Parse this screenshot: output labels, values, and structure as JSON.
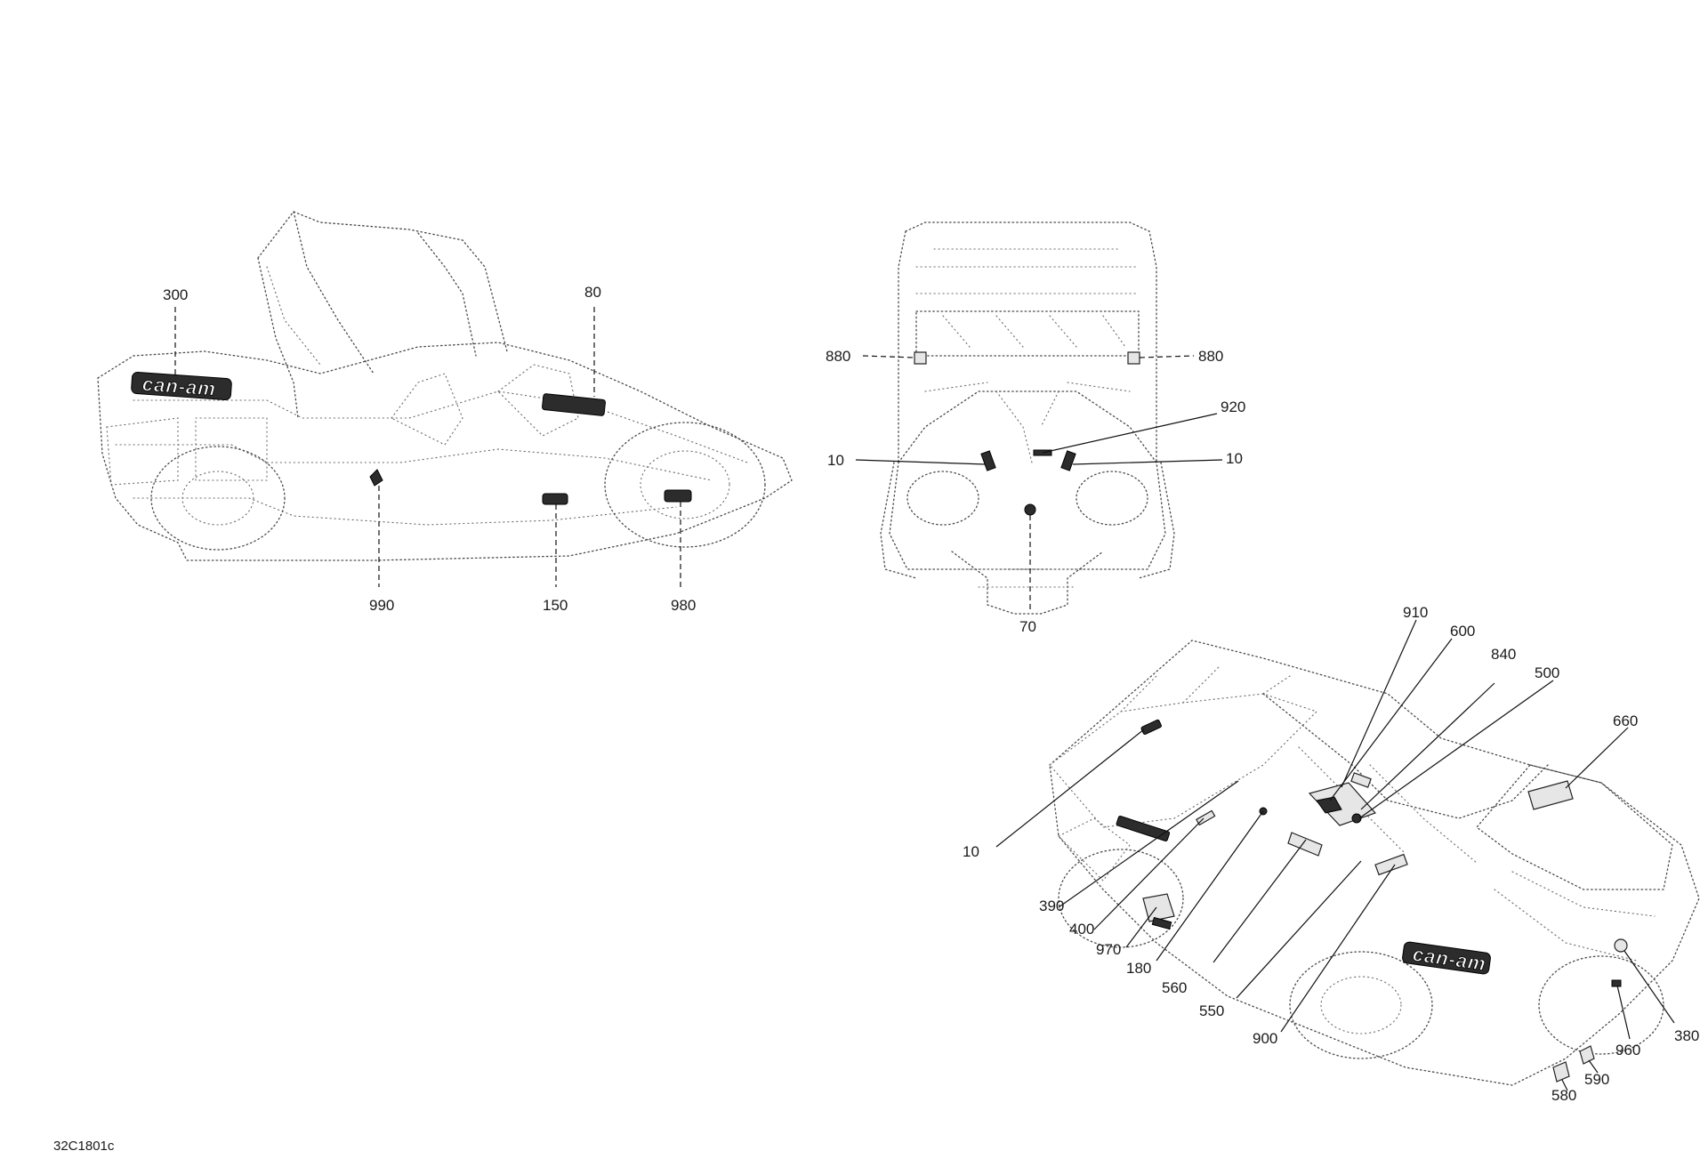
{
  "drawing_ref": "32C1801c",
  "brand_logo": "can-am",
  "views": [
    {
      "name": "side-view",
      "callouts": [
        "300",
        "80",
        "990",
        "150",
        "980"
      ]
    },
    {
      "name": "front-view",
      "callouts": [
        "880",
        "880",
        "920",
        "10",
        "10",
        "70"
      ]
    },
    {
      "name": "isometric-view",
      "callouts": [
        "910",
        "600",
        "840",
        "500",
        "660",
        "10",
        "390",
        "400",
        "970",
        "180",
        "560",
        "550",
        "900",
        "380",
        "960",
        "590",
        "580"
      ]
    }
  ]
}
